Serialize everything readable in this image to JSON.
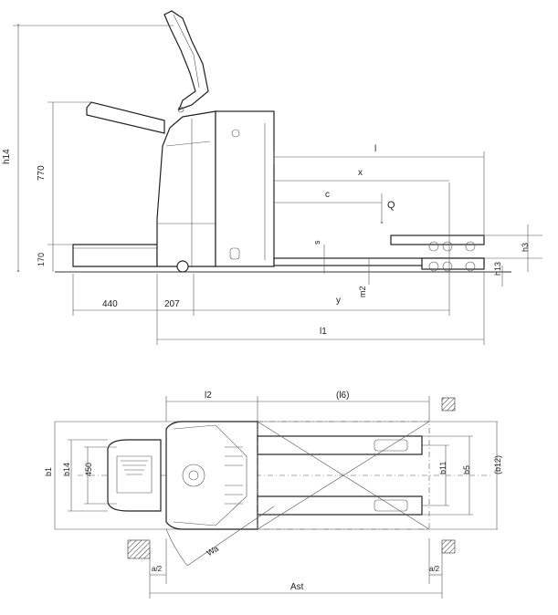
{
  "side_view": {
    "dims": {
      "h14": "h14",
      "h770": "770",
      "h170": "170",
      "w440": "440",
      "w207": "207",
      "l": "l",
      "x": "x",
      "c": "c",
      "Q": "Q",
      "s": "s",
      "y": "y",
      "m2": "m2",
      "l1": "l1",
      "h3": "h3",
      "h13": "h13"
    }
  },
  "top_view": {
    "dims": {
      "l2": "l2",
      "l6": "(l6)",
      "b1": "b1",
      "b14": "b14",
      "w450": "450",
      "b11": "b11",
      "b5": "b5",
      "b12": "(b12)",
      "Wa": "Wa",
      "a2_left": "a/2",
      "a2_right": "a/2",
      "Ast": "Ast"
    }
  }
}
